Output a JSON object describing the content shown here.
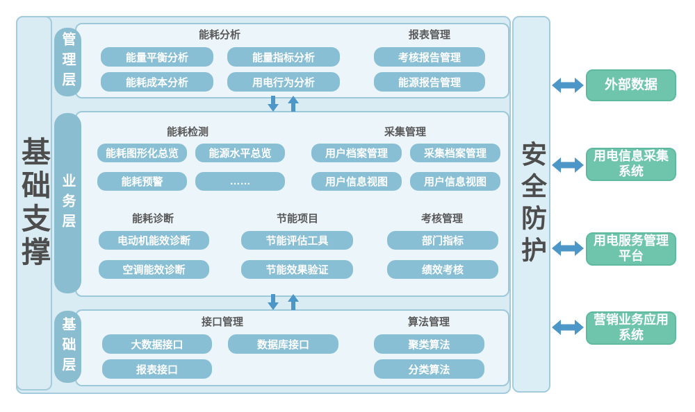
{
  "support_label": "基础支撑",
  "guard_label": "安全防护",
  "layers": [
    {
      "label": "管理层",
      "groups": [
        {
          "title": "能耗分析",
          "buttons": [
            "能量平衡分析",
            "能量指标分析",
            "能耗成本分析",
            "用电行为分析"
          ]
        },
        {
          "title": "报表管理",
          "buttons": [
            "考核报告管理",
            "能源报告管理"
          ]
        }
      ]
    },
    {
      "label": "业务层",
      "groups": [
        {
          "title": "能耗检测",
          "buttons": [
            "能耗图形化总览",
            "能源水平总览",
            "能耗预警",
            "……"
          ]
        },
        {
          "title": "采集管理",
          "buttons": [
            "用户档案管理",
            "采集档案管理",
            "用户信息视图",
            "用户信息视图"
          ]
        },
        {
          "title": "能耗诊断",
          "buttons": [
            "电动机能效诊断",
            "空调能效诊断"
          ]
        },
        {
          "title": "节能项目",
          "buttons": [
            "节能评估工具",
            "节能效果验证"
          ]
        },
        {
          "title": "考核管理",
          "buttons": [
            "部门指标",
            "绩效考核"
          ]
        }
      ]
    },
    {
      "label": "基础层",
      "groups": [
        {
          "title": "接口管理",
          "buttons": [
            "大数据接口",
            "数据库接口",
            "报表接口"
          ]
        },
        {
          "title": "算法管理",
          "buttons": [
            "聚类算法",
            "分类算法"
          ]
        }
      ]
    }
  ],
  "external_systems": [
    {
      "label": "外部数据"
    },
    {
      "label": "用电信息采集\n系统"
    },
    {
      "label": "用电服务管理\n平台"
    },
    {
      "label": "营销业务应用\n系统"
    }
  ],
  "icons": {
    "horizontal": "double-headed-arrow",
    "down": "down-arrow",
    "up": "up-arrow"
  },
  "colors": {
    "container_fill": "#d9ebf3",
    "container_border": "#a3cbdd",
    "panel_fill": "#ecf5fa",
    "panel_border": "#9dc8da",
    "pill_fill": "#8abdd0",
    "button_fill": "#89bfd5",
    "button_text": "#ffffff",
    "green_fill": "#6fc5ab",
    "green_border": "#5fb99e",
    "arrow": "#4c96c8",
    "title_text": "#595959",
    "big_label_text": "#4d4d4d"
  }
}
